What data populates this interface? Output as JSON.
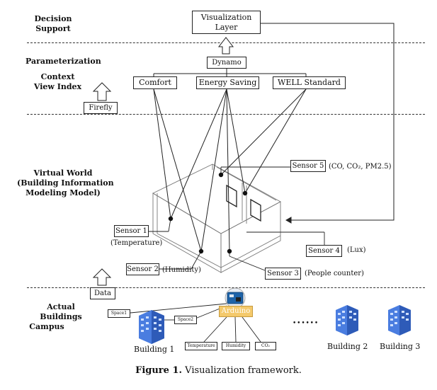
{
  "layers": {
    "decision": "Decision\nSupport",
    "parameterization": "Parameterization",
    "context": "Context\nView Index",
    "virtual": "Virtual World\n(Building Information\nModeling Model)",
    "actual": "Actual Buildings",
    "campus": "Campus"
  },
  "boxes": {
    "visualization": "Visualization\nLayer",
    "dynamo": "Dynamo",
    "comfort": "Comfort",
    "energy": "Energy Saving",
    "well": "WELL Standard",
    "firefly": "Firefly",
    "data": "Data",
    "arduino": "Arduino"
  },
  "sensors": [
    {
      "label": "Sensor 1",
      "note": "(Temperature)"
    },
    {
      "label": "Sensor 2",
      "note": "(Humidity)"
    },
    {
      "label": "Sensor 3",
      "note": "(People counter)"
    },
    {
      "label": "Sensor 4",
      "note": "(Lux)"
    },
    {
      "label": "Sensor 5",
      "note": "(CO, CO₂, PM2.5)"
    }
  ],
  "spaces": [
    "Space1",
    "Space2"
  ],
  "arduino_outputs": [
    "Temperature",
    "Humidity",
    "CO₂"
  ],
  "buildings": [
    "Building 1",
    "Building 2",
    "Building 3"
  ],
  "ellipsis": "• • • • • •",
  "caption": {
    "prefix": "Figure 1.",
    "text": " Visualization framework."
  },
  "colors": {
    "arduino_fill": "#f4c96b",
    "building_blue": "#3b6fd1",
    "arduino_board": "#1e63a8"
  }
}
